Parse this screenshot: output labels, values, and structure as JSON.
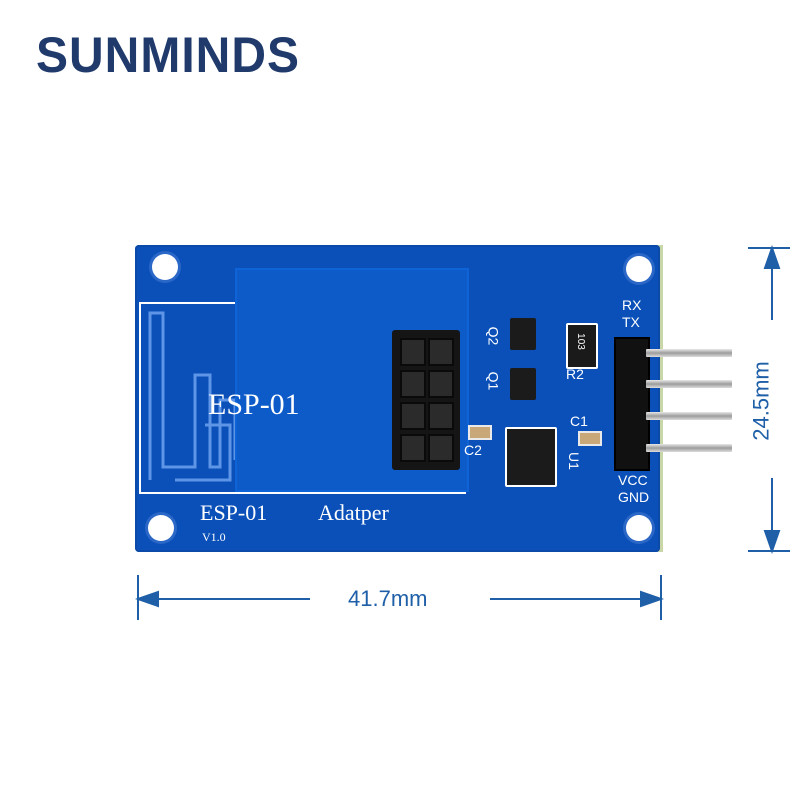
{
  "brand": {
    "text": "SUNMINDS",
    "color": "#1f3a6b"
  },
  "board": {
    "color": "#0a50b8",
    "title": "ESP-01",
    "footer_title": "ESP-01",
    "footer_subtitle": "Adatper",
    "version": "V1.0",
    "labels": {
      "rx": "RX",
      "tx": "TX",
      "vcc": "VCC",
      "gnd": "GND",
      "q1": "Q1",
      "q2": "Q2",
      "r2": "R2",
      "c1": "C1",
      "c2": "C2",
      "u1": "U1",
      "chip_code": "103"
    }
  },
  "dimensions": {
    "width": "41.7mm",
    "height": "24.5mm",
    "color": "#1f5fa8"
  }
}
